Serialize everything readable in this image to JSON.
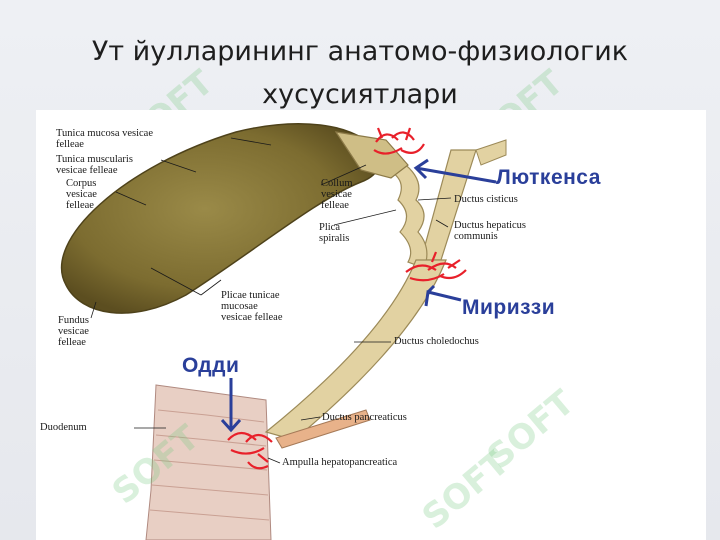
{
  "slide": {
    "title_line1": "Ут йулларининг  анатомо-физиологик",
    "title_line2": "хусусиятлари"
  },
  "labels": {
    "tunica_mucosa": "Tunica mucosa vesicae\nfelleae",
    "tunica_muscularis": "Tunica muscularis\nvesicae felleae",
    "corpus": "Corpus\nvesicae\nfelleae",
    "fundus": "Fundus\nvesicae\nfelleae",
    "collum": "Collum\nvesicae\nfelleae",
    "plica_spiralis": "Plica\nspiralis",
    "plicae_tunicae": "Plicae tunicae\nmucosae\nvesicae felleae",
    "ductus_cisticus": "Ductus cisticus",
    "ductus_hepaticus": "Ductus hepaticus\ncommunis",
    "ductus_choledochus": "Ductus choledochus",
    "duodenum": "Duodenum",
    "ductus_pancreaticus": "Ductus pancreaticus",
    "ampulla": "Ampulla hepatopancreatica",
    "lutkens": "Люткенса",
    "mirizzi": "Мириззи",
    "oddi": "Одди"
  },
  "colors": {
    "gallbladder": "#8a7a3c",
    "duct": "#e2d2a2",
    "sphincter": "#e8202a",
    "arrow": "#2a3f9a"
  },
  "watermark": {
    "text": "SOFT"
  }
}
